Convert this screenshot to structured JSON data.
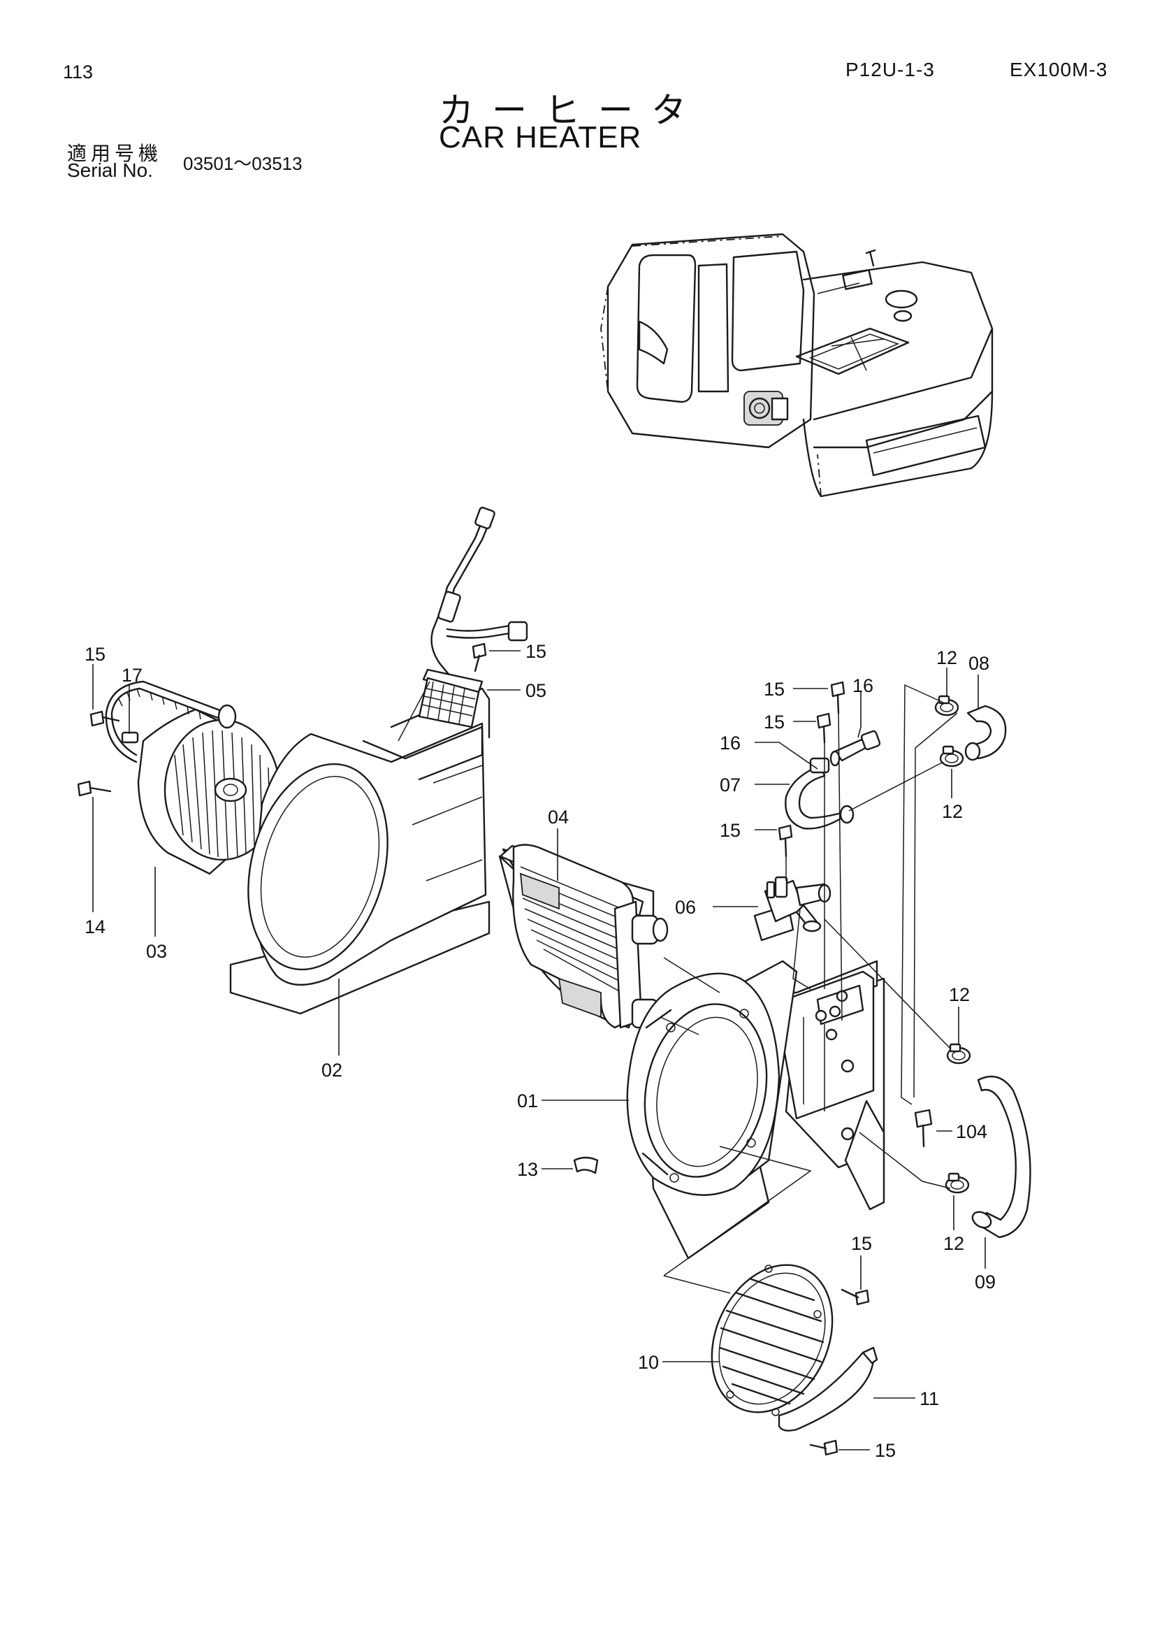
{
  "header": {
    "page_number": "113",
    "doc_code": "P12U-1-3",
    "model": "EX100M-3",
    "title_jp": "カーヒータ",
    "title_en": "CAR HEATER",
    "serial_label_jp": "適用号機",
    "serial_label_en": "Serial No.",
    "serial_range": "03501～03513"
  },
  "callouts": {
    "c01": "01",
    "c02": "02",
    "c03": "03",
    "c04": "04",
    "c05": "05",
    "c06": "06",
    "c07": "07",
    "c08": "08",
    "c09": "09",
    "c10": "10",
    "c11": "11",
    "c12a": "12",
    "c12b": "12",
    "c12c": "12",
    "c12d": "12",
    "c13": "13",
    "c14": "14",
    "c15a": "15",
    "c15b": "15",
    "c15c": "15",
    "c15d": "15",
    "c15e": "15",
    "c15f": "15",
    "c15g": "15",
    "c16a": "16",
    "c16b": "16",
    "c17": "17",
    "c104": "104"
  }
}
